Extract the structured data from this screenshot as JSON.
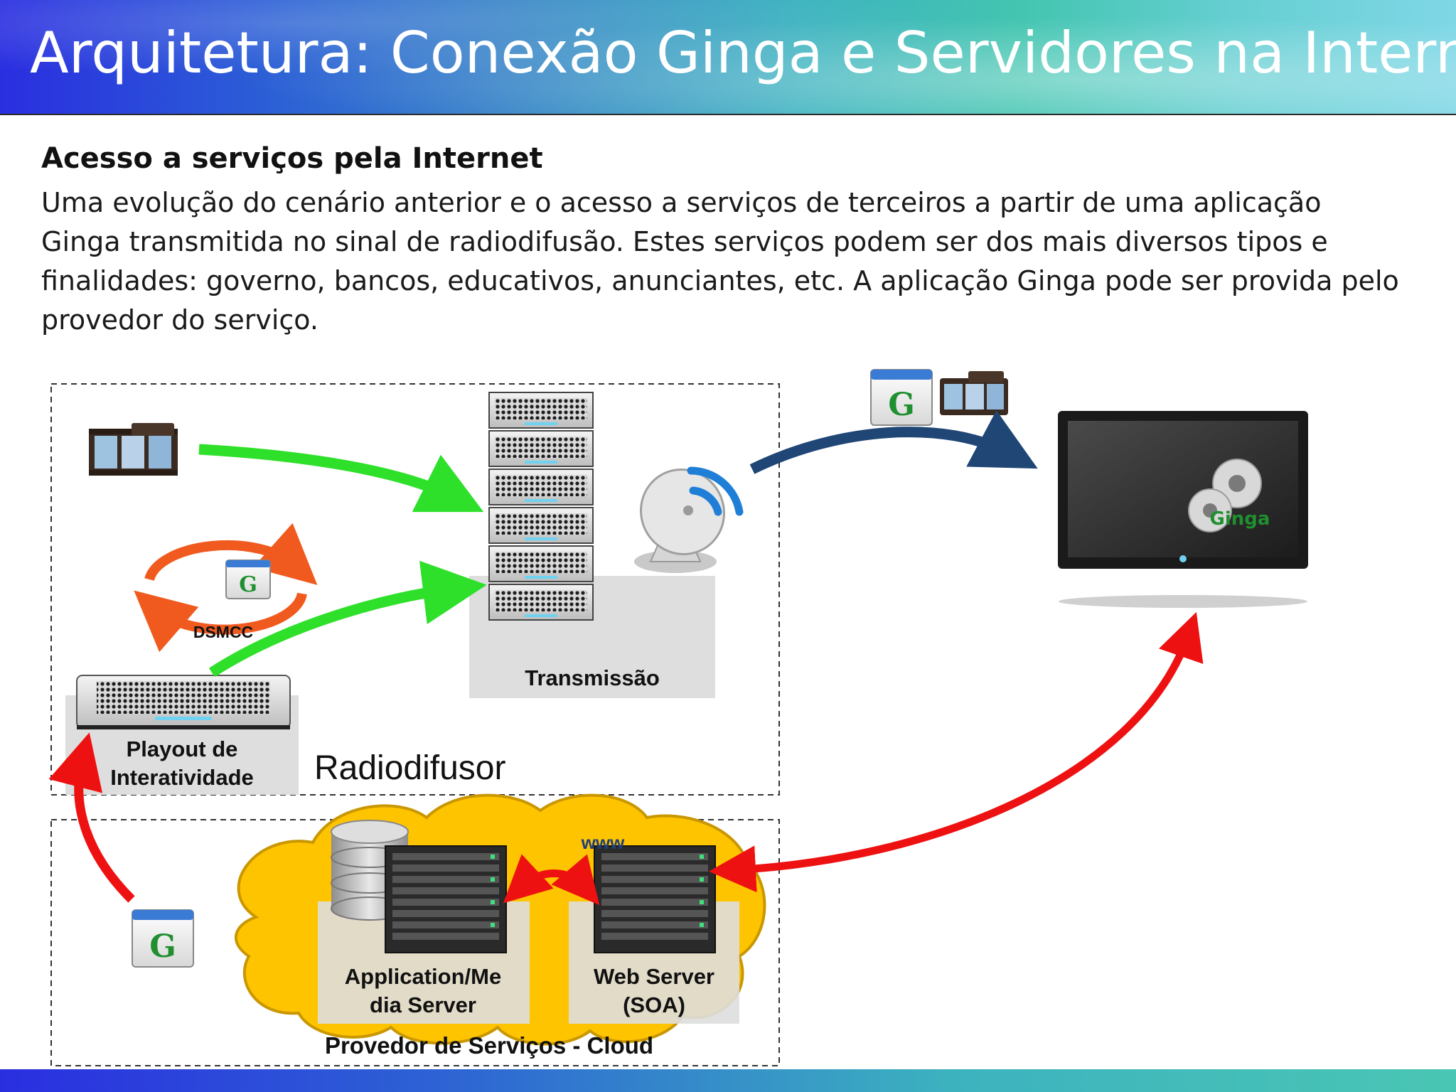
{
  "slide": {
    "title": "Arquitetura: Conexão Ginga e Servidores na Internet",
    "subtitle": "Acesso a serviços pela Internet",
    "body": "Uma evolução do cenário anterior e o acesso a serviços de terceiros a partir de uma aplicação Ginga transmitida no sinal de radiodifusão. Estes serviços podem ser dos mais diversos tipos e finalidades: governo, bancos, educativos, anunciantes, etc. A aplicação Ginga pode ser provida pelo provedor do serviço."
  },
  "diagram": {
    "transmission_label": "Transmissão",
    "dsmcc_label": "DSMCC",
    "playout_label_line1": "Playout de",
    "playout_label_line2": "Interatividade",
    "broadcaster_label": "Radiodifusor",
    "www_label": "www",
    "app_server_line1": "Application/Me",
    "app_server_line2": "dia Server",
    "web_server_line1": "Web Server",
    "web_server_line2": "(SOA)",
    "cloud_label": "Provedor de Serviços - Cloud",
    "tv_logo_text": "Ginga",
    "ginga_icon_letter": "G",
    "colors": {
      "green_arrow": "#2ee02a",
      "orange_cycle": "#f05a1e",
      "red_arrow": "#ee1111",
      "navy_arrow": "#1f4675",
      "cloud_fill": "#ffc400",
      "ginga_green": "#1f8f2f"
    }
  }
}
